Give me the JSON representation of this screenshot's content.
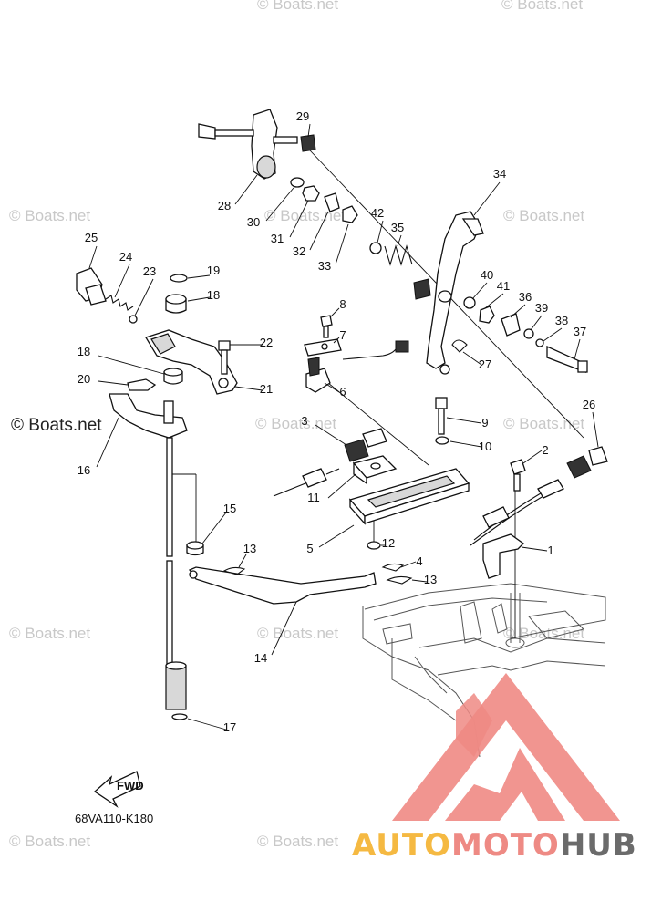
{
  "watermark": {
    "text": "© Boats.net",
    "emphasized_text": "© Boats.net"
  },
  "diagram": {
    "code": "68VA110-K180",
    "fwd_label": "FWD",
    "callouts": [
      "1",
      "2",
      "3",
      "4",
      "5",
      "6",
      "7",
      "8",
      "9",
      "10",
      "11",
      "12",
      "13",
      "13",
      "14",
      "15",
      "16",
      "17",
      "18",
      "18",
      "19",
      "20",
      "21",
      "22",
      "23",
      "24",
      "25",
      "26",
      "27",
      "28",
      "29",
      "30",
      "31",
      "32",
      "33",
      "34",
      "35",
      "36",
      "37",
      "38",
      "39",
      "40",
      "41",
      "42"
    ]
  },
  "brand": {
    "auto": "AUTO",
    "moto": "MOTO",
    "hub": "HUB",
    "colors": {
      "auto": "#f5b942",
      "moto": "#ee8a84",
      "hub": "#6b6b6b",
      "logo": "#ef8a84"
    }
  }
}
